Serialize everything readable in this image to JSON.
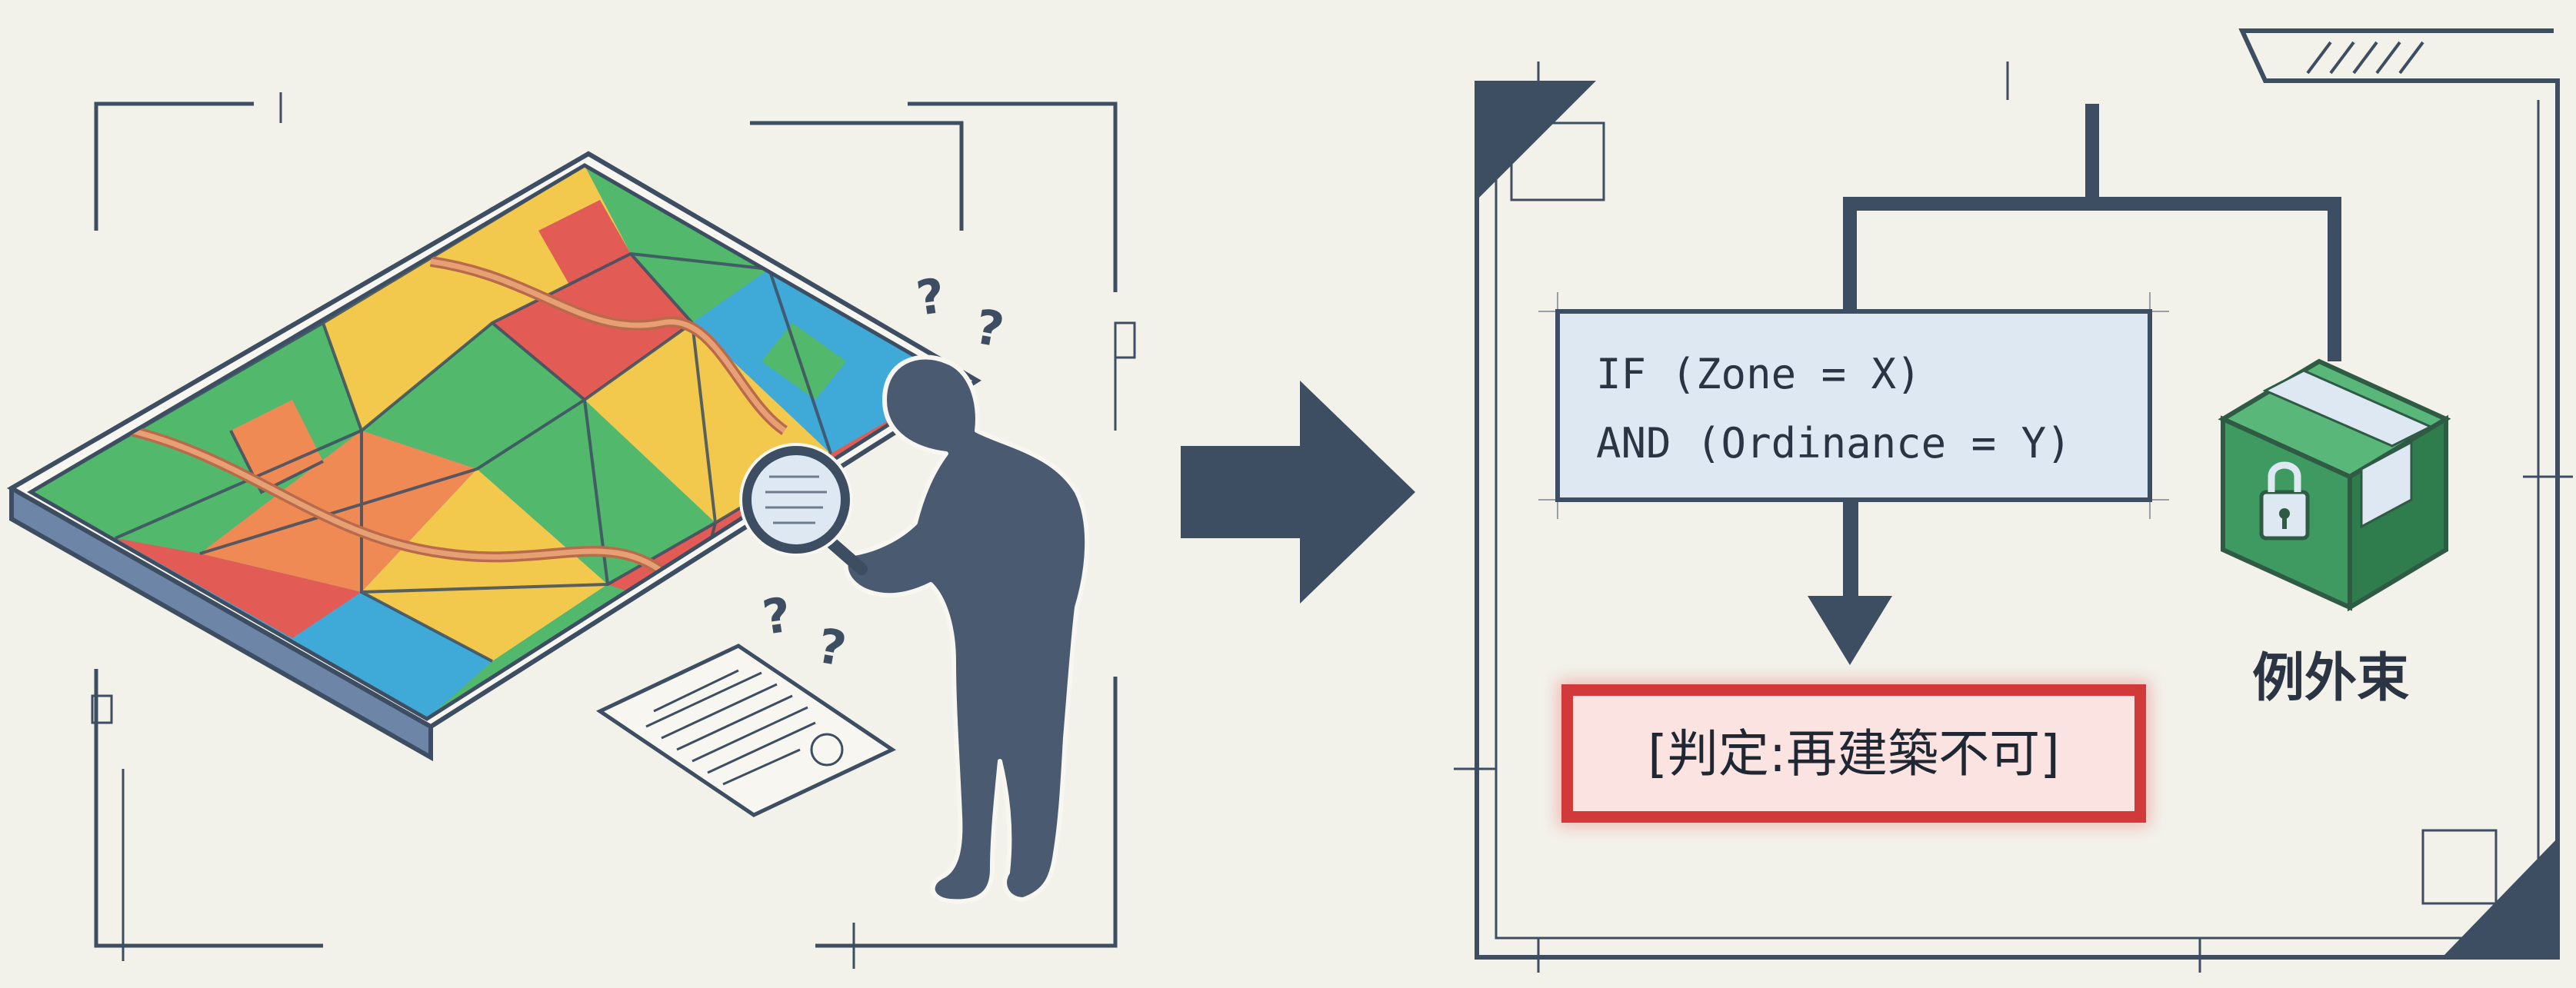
{
  "condition": {
    "line1": "IF (Zone = X)",
    "line2": "AND (Ordinance = Y)"
  },
  "verdict": {
    "label": "[判定:再建築不可]"
  },
  "exception": {
    "label": "例外束"
  },
  "icons": {
    "left": [
      "zoning-map-icon",
      "person-with-magnifier-icon",
      "document-icon",
      "question-mark-icon"
    ],
    "right": [
      "locked-box-icon",
      "arrow-right-icon",
      "arrow-down-icon"
    ]
  },
  "colors": {
    "frame": "#3e4e62",
    "condition_fill": "#dde8f2",
    "verdict_border": "#d23a3a",
    "verdict_fill": "#fbe3e1",
    "box_green": "#3f9a62",
    "zone_green": "#52b86b",
    "zone_yellow": "#f2c94c",
    "zone_red": "#e25b55",
    "zone_orange": "#f08a54",
    "zone_blue": "#3fa9d8"
  }
}
